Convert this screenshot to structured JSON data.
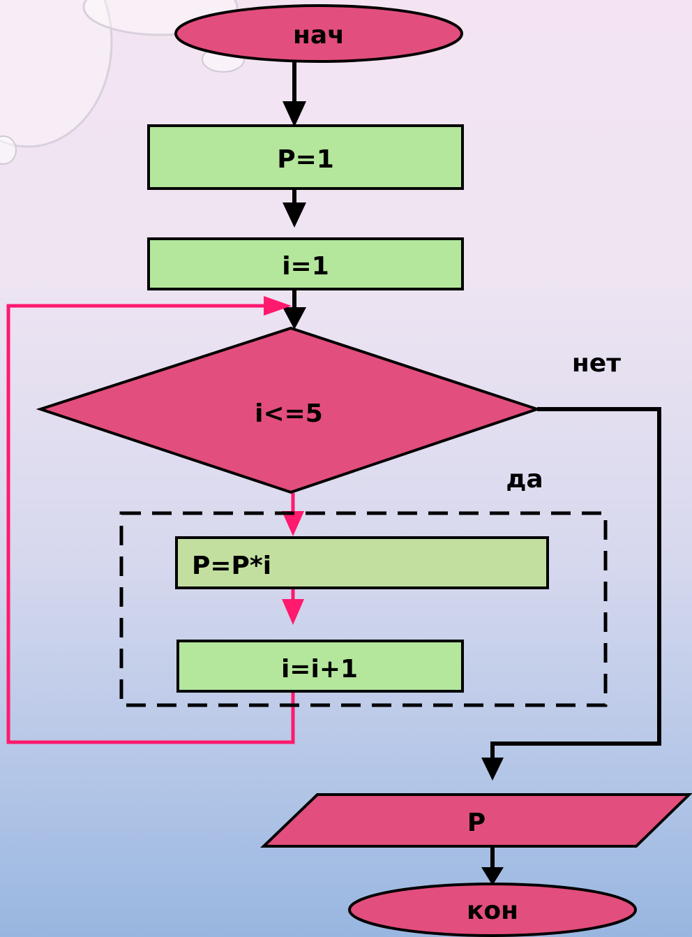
{
  "colors": {
    "terminal_fill": "#e24e7d",
    "process_fill": "#b4e69c",
    "process_fill_alt": "#c3dfa0",
    "decision_fill": "#e24e7d",
    "io_fill": "#e24e7d",
    "loop_line": "#ff1a6e",
    "line": "#000000"
  },
  "nodes": {
    "start": "нач",
    "init_p": "P=1",
    "init_i": "i=1",
    "condition": "i<=5",
    "multiply": "P=P*i",
    "increment": "i=i+1",
    "output": "P",
    "end": "кон"
  },
  "labels": {
    "no": "нет",
    "yes": "да"
  }
}
